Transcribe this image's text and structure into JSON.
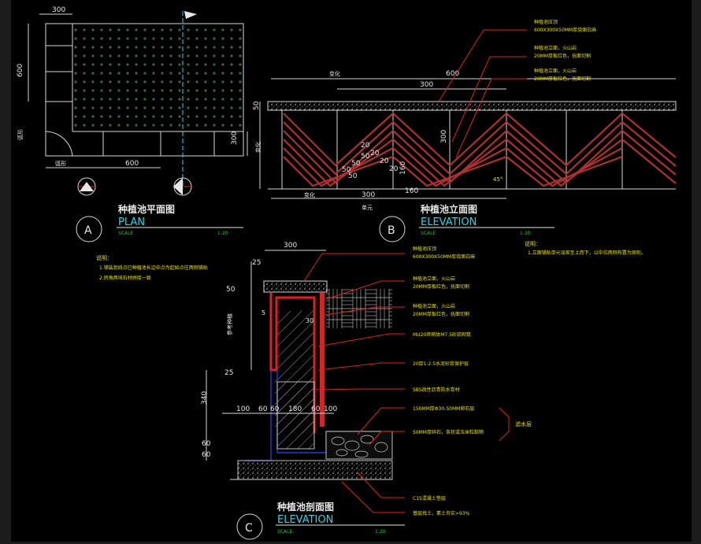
{
  "plan": {
    "dims": {
      "top": "300",
      "left": "600",
      "right": "300",
      "bottom_mid": "600",
      "bottom_left": "弧形"
    },
    "side_label": "弧形",
    "title_cn": "种植池平面图",
    "title_en": "PLAN",
    "scale_label": "SCALE",
    "scale_value": "1:20",
    "tag": "A",
    "notes": [
      "说明：",
      "1.铺装划线点已种植池长边中点为起始点往两侧铺贴",
      "2.转角两块石材拼接一致"
    ]
  },
  "elevation": {
    "callouts": [
      "种植池压顶",
      "600X300X50MM厚烧面白麻",
      "种植池立面，火山岩",
      "20MM厚板红色，抚面切割",
      "种植池立面，火山岩",
      "20MM厚板红色，抚面切割"
    ],
    "dims": {
      "top_var": "变化",
      "top_600": "600",
      "top_300": "300",
      "left_50": "50",
      "left_var": "变化",
      "h300": "300",
      "h160": "160",
      "bot_var": "变化",
      "bot_300": "300",
      "bot_160": "160",
      "unit": "单元",
      "angle": "45°"
    },
    "diag_dims": [
      "20",
      "20",
      "20",
      "20",
      "50",
      "50",
      "50",
      "50"
    ],
    "title_cn": "种植池立面图",
    "title_en": "ELEVATION",
    "scale_label": "SCALE",
    "scale_value": "1:20",
    "tag": "B",
    "notes": [
      "说明：",
      "1.立面铺贴单元误差至上而下，以中位两侧布置为原则。"
    ]
  },
  "section": {
    "callouts": [
      "种植池压顶",
      "600X300X50MM厚烧面白麻",
      "种植池立面，火山岩",
      "20MM厚板红色，抚面切割",
      "种植池立面，火山岩",
      "20MM厚板红色，抚面切割",
      "MU20砖砌体M7.5砂浆砌筑",
      "20厚1:2.5水泥砂浆保护层",
      "SBS改性沥青防水卷材",
      "150MM厚Φ30-50MM卵石层",
      "50MM厚碎石，条状或玉米粒黏物",
      "C15混凝土垫层",
      "基层找土，素土夯实>93%"
    ],
    "bracket_label": "滤水层",
    "dims": {
      "top": "300",
      "d25": "25",
      "d50": "50",
      "d5": "5",
      "d30": "30",
      "d25b": "25",
      "d340": "340",
      "d60a": "60",
      "d60b": "60",
      "h100a": "100",
      "h60a": "60",
      "h60b": "60",
      "h180": "180",
      "h60c": "60",
      "h100b": "100"
    },
    "side_label": "参考种植",
    "title_cn": "种植池剖面图",
    "title_en": "ELEVATION",
    "scale_label": "SCALE",
    "scale_value": "1:20",
    "tag": "C"
  }
}
